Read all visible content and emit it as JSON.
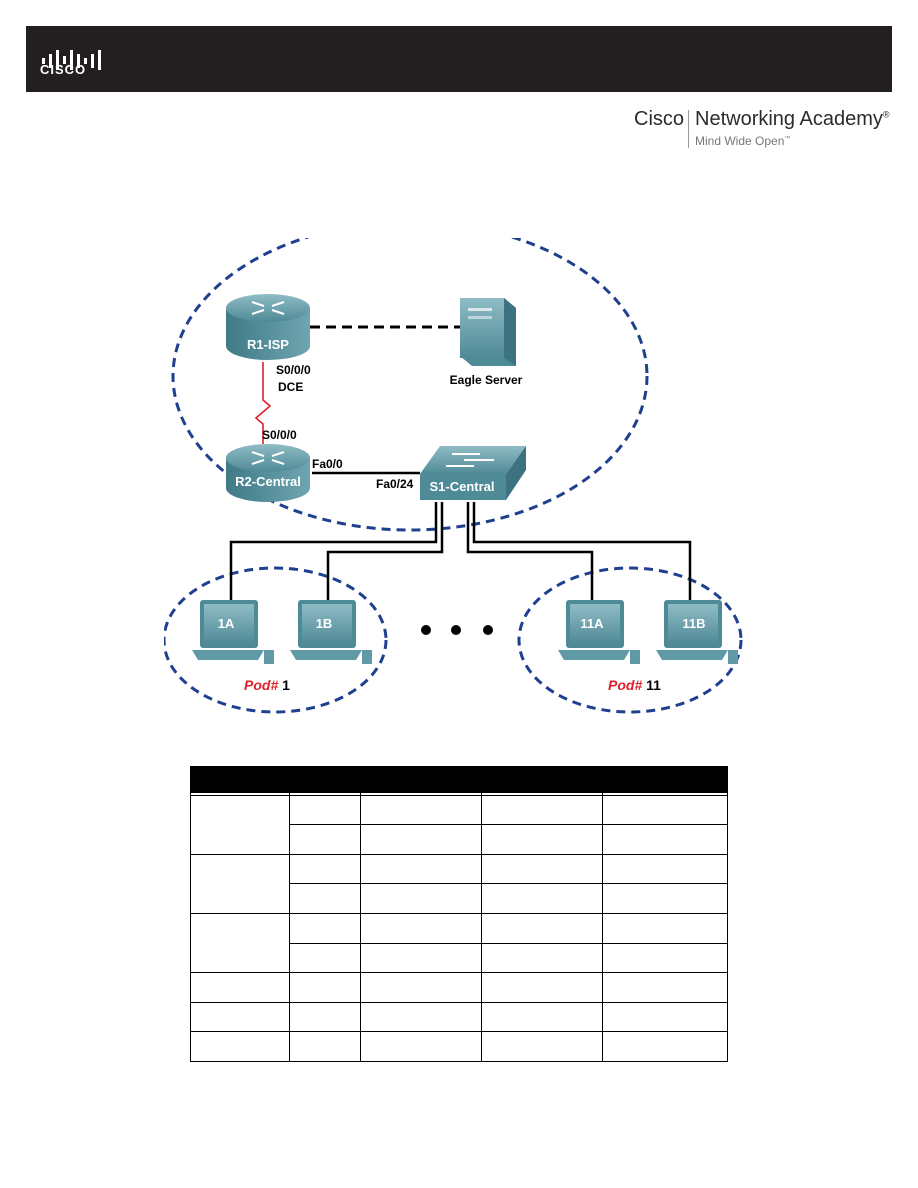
{
  "header": {
    "brand": "CISCO"
  },
  "academy": {
    "company": "Cisco",
    "name": "Networking Academy",
    "registered": "®",
    "tagline": "Mind Wide Open",
    "tm": "™"
  },
  "topology": {
    "routers": [
      {
        "label": "R1-ISP"
      },
      {
        "label": "R2-Central"
      }
    ],
    "server": {
      "label": "Eagle Server"
    },
    "switch": {
      "label": "S1-Central"
    },
    "interfaces": {
      "r1_serial": "S0/0/0",
      "r1_dce": "DCE",
      "r2_serial": "S0/0/0",
      "r2_fa": "Fa0/0",
      "s1_fa": "Fa0/24"
    },
    "hosts": [
      {
        "label": "1A"
      },
      {
        "label": "1B"
      },
      {
        "label": "11A"
      },
      {
        "label": "11B"
      }
    ],
    "pods": [
      {
        "prefix": "Pod#",
        "number": "1"
      },
      {
        "prefix": "Pod#",
        "number": "11"
      }
    ]
  },
  "colors": {
    "header_bg": "#231f20",
    "dashed_border": "#1f3f8f",
    "device_teal": "#5f9aa6",
    "serial_link": "#e0202a",
    "pod_red": "#e0202a"
  }
}
